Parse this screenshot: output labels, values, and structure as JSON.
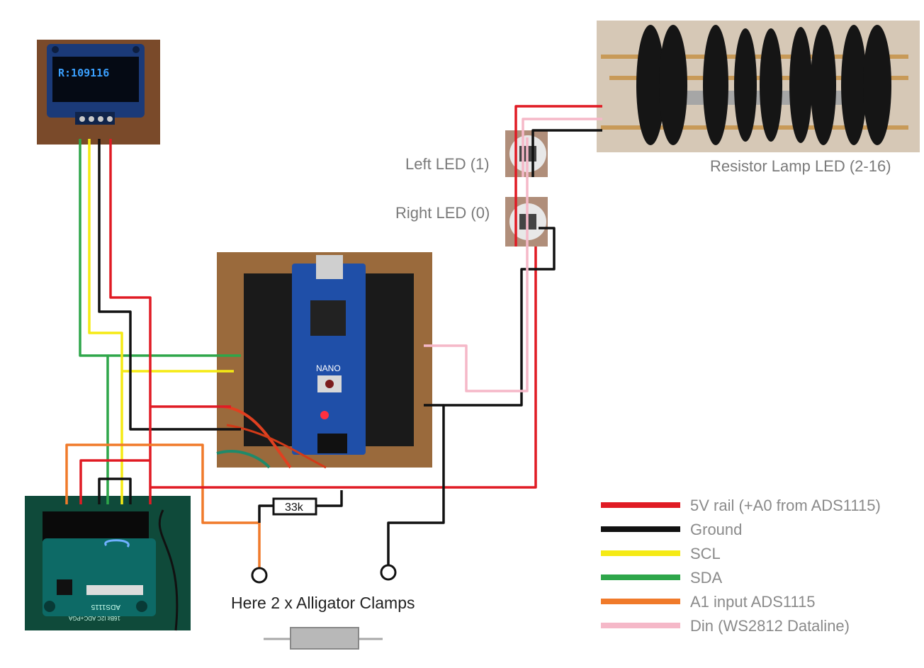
{
  "oled": {
    "readout": "R:109116"
  },
  "labels": {
    "left_led": "Left LED (1)",
    "right_led": "Right LED (0)",
    "resistor_lamp": "Resistor Lamp LED (2-16)",
    "resistor_value": "33k",
    "clamps": "Here 2 x Alligator Clamps"
  },
  "arduino": {
    "board_label": "NANO"
  },
  "ads": {
    "chip_label": "ADS1115",
    "module_label": "16Bit I2C ADC+PGA"
  },
  "legend": [
    {
      "label": "5V rail (+A0 from ADS1115)",
      "color": "#e01b24"
    },
    {
      "label": "Ground",
      "color": "#111111"
    },
    {
      "label": "SCL",
      "color": "#f5ea14"
    },
    {
      "label": "SDA",
      "color": "#2ea64a"
    },
    {
      "label": "A1 input ADS1115",
      "color": "#f07a2a"
    },
    {
      "label": "Din (WS2812 Dataline)",
      "color": "#f5b8c8"
    }
  ]
}
